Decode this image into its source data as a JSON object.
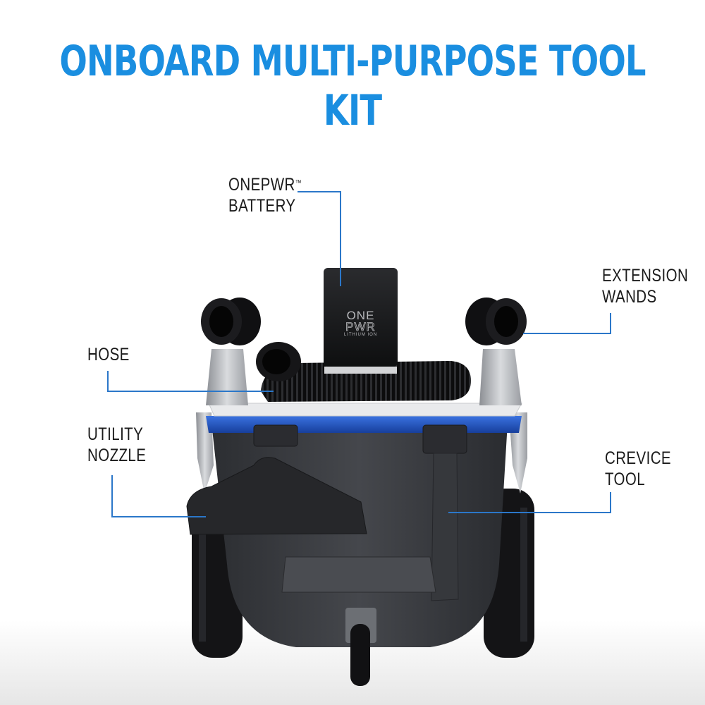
{
  "title": "ONBOARD MULTI-PURPOSE TOOL KIT",
  "colors": {
    "title_blue": "#1a8ee0",
    "callout_line": "#2b77c9",
    "accent_ring": "#2257c9",
    "body_dark": "#3a3c40",
    "label_text": "#1b1b1b"
  },
  "callouts": [
    {
      "id": "battery",
      "line1": "ONEPWR",
      "trademark": "™",
      "line2": "BATTERY"
    },
    {
      "id": "wands",
      "line1": "EXTENSION",
      "line2": "WANDS"
    },
    {
      "id": "hose",
      "line1": "HOSE"
    },
    {
      "id": "nozzle",
      "line1": "UTILITY",
      "line2": "NOZZLE"
    },
    {
      "id": "crevice",
      "line1": "CREVICE",
      "line2": "TOOL"
    }
  ],
  "battery_badge": {
    "brand_top": "ONE",
    "brand_bottom": "PWR",
    "subtitle": "LITHIUM ION"
  }
}
